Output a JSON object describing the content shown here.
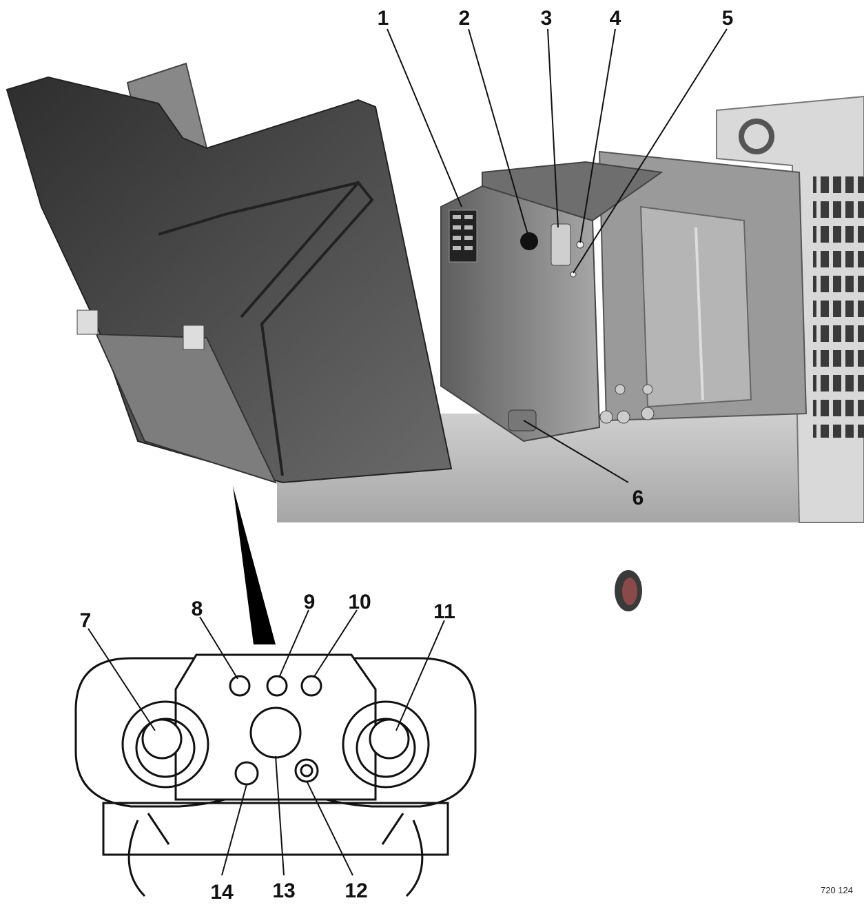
{
  "figure": {
    "reference_code": "720 124",
    "callouts": [
      {
        "id": "1",
        "label": "1"
      },
      {
        "id": "2",
        "label": "2"
      },
      {
        "id": "3",
        "label": "3"
      },
      {
        "id": "4",
        "label": "4"
      },
      {
        "id": "5",
        "label": "5"
      },
      {
        "id": "6",
        "label": "6"
      },
      {
        "id": "7",
        "label": "7"
      },
      {
        "id": "8",
        "label": "8"
      },
      {
        "id": "9",
        "label": "9"
      },
      {
        "id": "10",
        "label": "10"
      },
      {
        "id": "11",
        "label": "11"
      },
      {
        "id": "12",
        "label": "12"
      },
      {
        "id": "13",
        "label": "13"
      },
      {
        "id": "14",
        "label": "14"
      }
    ]
  },
  "colors": {
    "cover_dark": "#3c3c3c",
    "cover_mid": "#555555",
    "machine_grey": "#8e8e8e",
    "machine_light": "#c4c4c4",
    "line": "#111111"
  }
}
